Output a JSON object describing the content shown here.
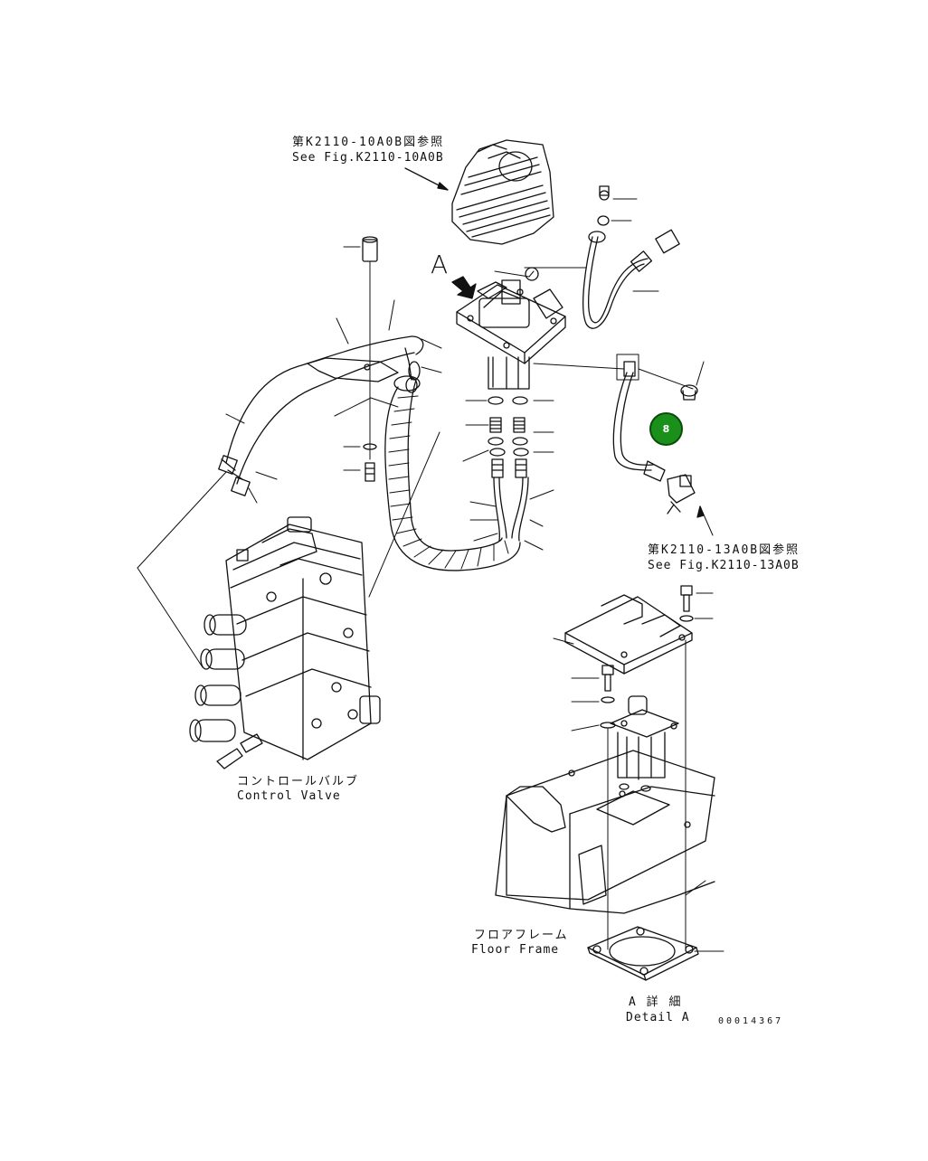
{
  "references": {
    "joystick_ref_jp": "第K2110-10A0B図参照",
    "joystick_ref_en": "See Fig.K2110-10A0B",
    "solenoid_ref_jp": "第K2110-13A0B図参照",
    "solenoid_ref_en": "See Fig.K2110-13A0B"
  },
  "labels": {
    "control_valve_jp": "コントロールバルブ",
    "control_valve_en": "Control Valve",
    "floor_frame_jp": "フロアフレーム",
    "floor_frame_en": "Floor Frame",
    "detail_jp": "A 詳 細",
    "detail_en": "Detail A",
    "view_arrow": "A"
  },
  "callout": {
    "number": "8",
    "color": "#1a8f1a"
  },
  "drawing_number": "00014367"
}
